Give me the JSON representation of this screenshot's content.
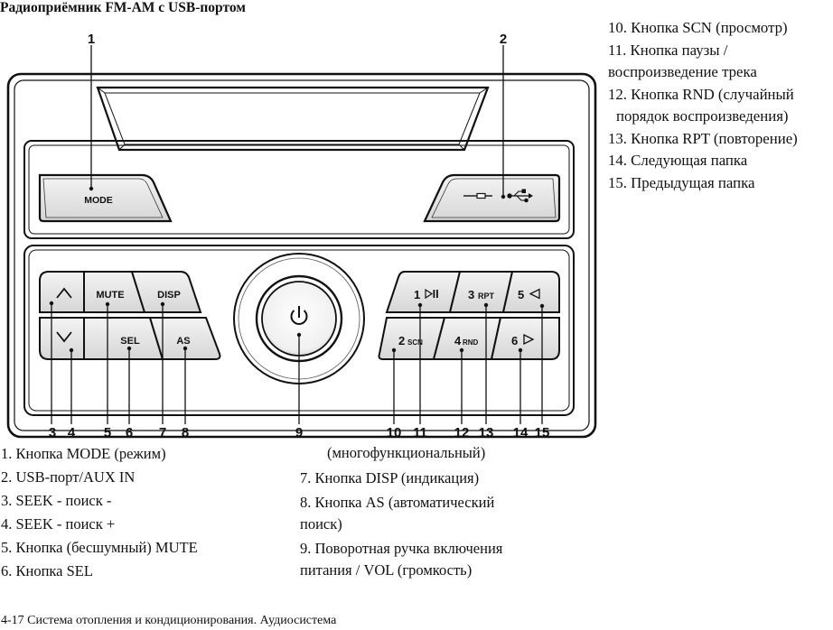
{
  "page": {
    "title": "Радиоприёмник FM-AM с USB-портом",
    "footer": "4-17 Система отопления и кондиционирования. Аудиосистема"
  },
  "radio": {
    "button_labels": {
      "mode": "MODE",
      "mute": "MUTE",
      "disp": "DISP",
      "sel": "SEL",
      "as": "AS",
      "p1": "1",
      "p2": "2",
      "p3": "3",
      "p4": "4",
      "p5": "5",
      "p6": "6",
      "p2_sub": "SCN",
      "p3_sub": "RPT",
      "p4_sub": "RND"
    },
    "icons": {
      "seek_up": "chevron-up-icon",
      "seek_down": "chevron-down-icon",
      "power": "power-icon",
      "play_pause": "play-pause-icon",
      "next_folder": "triangle-left-icon",
      "prev_folder": "triangle-right-icon",
      "aux": "aux-plug-icon",
      "usb": "usb-icon"
    },
    "callouts": [
      "1",
      "2",
      "3",
      "4",
      "5",
      "6",
      "7",
      "8",
      "9",
      "10",
      "11",
      "12",
      "13",
      "14",
      "15"
    ]
  },
  "legend": {
    "right": [
      "10. Кнопка SCN (просмотр)",
      "11. Кнопка паузы /",
      "воспроизведение трека",
      "12. Кнопка RND (случайный",
      "порядок воспроизведения)",
      "13. Кнопка RPT (повторение)",
      "14. Следующая папка",
      "15. Предыдущая папка"
    ],
    "left": [
      "1. Кнопка MODE (режим)",
      "2. USB-порт/AUX IN",
      "3. SEEK - поиск -",
      "4. SEEK - поиск +",
      "5. Кнопка (бесшумный) MUTE",
      "6. Кнопка SEL"
    ],
    "middle": [
      "(многофункциональный)",
      "7. Кнопка DISP (индикация)",
      "8. Кнопка AS (автоматический",
      "поиск)",
      "9. Поворотная ручка включения",
      "питания / VOL (громкость)"
    ]
  }
}
